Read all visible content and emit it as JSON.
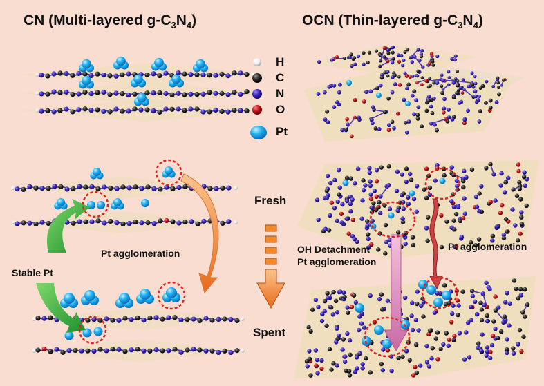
{
  "titles": {
    "cn_prefix": "CN (Multi-layered g-C",
    "cn_sub1": "3",
    "cn_mid": "N",
    "cn_sub2": "4",
    "cn_suffix": ")",
    "ocn_prefix": "OCN (Thin-layered g-C",
    "ocn_sub1": "3",
    "ocn_mid": "N",
    "ocn_sub2": "4",
    "ocn_suffix": ")"
  },
  "legend": [
    {
      "label": "H",
      "color": "#f2f2f2"
    },
    {
      "label": "C",
      "color": "#2a2a2a"
    },
    {
      "label": "N",
      "color": "#3b27b8"
    },
    {
      "label": "O",
      "color": "#c3141b"
    },
    {
      "label": "Pt",
      "color": "#1eaaf0"
    }
  ],
  "labels": {
    "stable_pt": "Stable Pt",
    "cn_agglomeration": "Pt agglomeration",
    "fresh": "Fresh",
    "spent": "Spent",
    "oh_line1": "OH Detachment",
    "oh_line2": "Pt agglomeration",
    "ocn_agglomeration": "Pt agglomeration"
  },
  "colors": {
    "background": "#f9ddd0",
    "sheet": "#ecdfb8",
    "carbon": "#2a2a2a",
    "nitrogen": "#3b27b8",
    "oxygen": "#c3141b",
    "hydrogen": "#f2f2f2",
    "platinum": "#1eaaf0",
    "highlight_circle": "#e02020",
    "green_arrow": "#2aa73a",
    "orange_arrow": "#f08a2a",
    "pink_arrow": "#e58fc0",
    "red_arrow": "#c94545"
  }
}
